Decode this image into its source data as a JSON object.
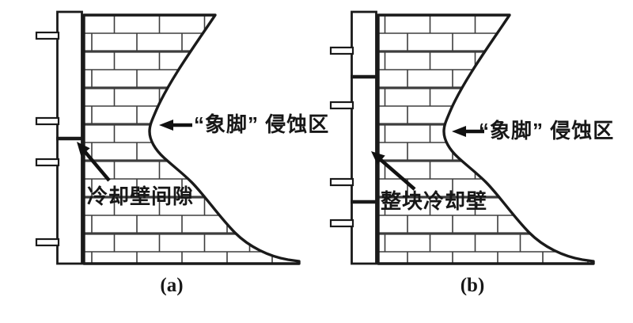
{
  "figure": {
    "type": "technical-diagram",
    "subject": "blast furnace hearth elephant-foot erosion with cooling staves",
    "background_color": "#ffffff",
    "line_color": "#1a1a1a",
    "brick_line_color": "#3d3d3d",
    "panels": [
      {
        "id": "a",
        "caption": "(a)",
        "erosion_label": "“象脚” 侵蚀区",
        "callout_label": "冷却壁间隙"
      },
      {
        "id": "b",
        "caption": "(b)",
        "erosion_label": "“象脚” 侵蚀区",
        "callout_label": "整块冷却壁"
      }
    ]
  }
}
